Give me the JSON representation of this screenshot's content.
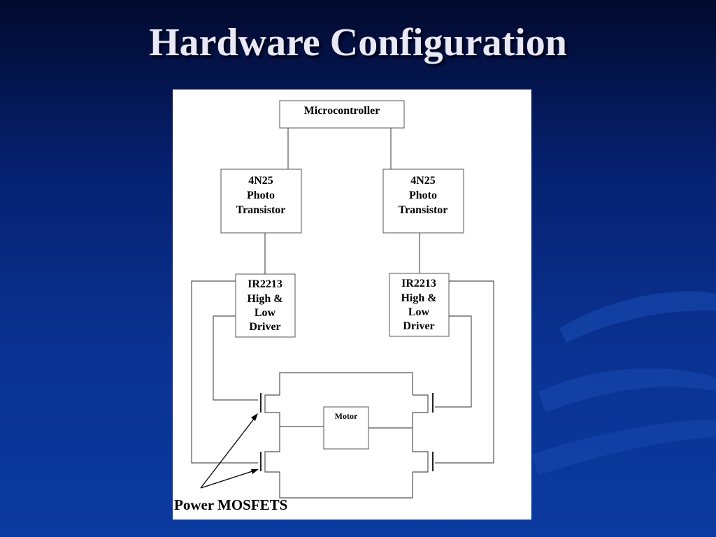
{
  "slide": {
    "title": "Hardware Configuration"
  },
  "diagram": {
    "microcontroller": "Microcontroller",
    "optocoupler_left": [
      "4N25",
      "Photo",
      "Transistor"
    ],
    "optocoupler_right": [
      "4N25",
      "Photo",
      "Transistor"
    ],
    "driver_left": [
      "IR2213",
      "High &",
      "Low",
      "Driver"
    ],
    "driver_right": [
      "IR2213",
      "High &",
      "Low",
      "Driver"
    ],
    "motor": "Motor",
    "caption": "Power MOSFETS"
  },
  "colors": {
    "background_top": "#020a2e",
    "background_bottom": "#0b3aa0",
    "title_text": "#e8e8f6",
    "diagram_background": "#ffffff"
  }
}
